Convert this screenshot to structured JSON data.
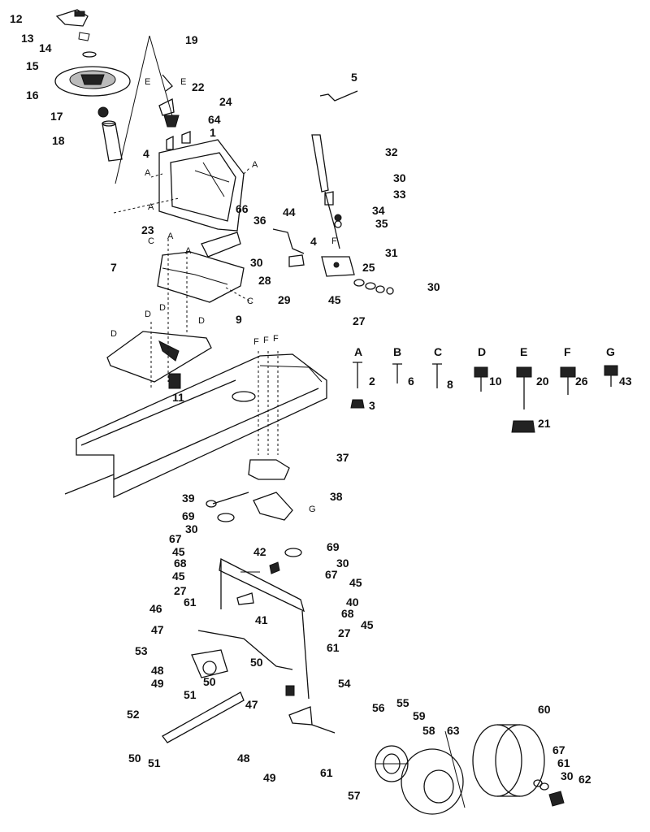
{
  "part_numbers": {
    "p12": "12",
    "p13": "13",
    "p14": "14",
    "p15": "15",
    "p16": "16",
    "p17": "17",
    "p18": "18",
    "p19": "19",
    "p22": "22",
    "p24": "24",
    "p64": "64",
    "p1": "1",
    "p4a": "4",
    "p5": "5",
    "p32": "32",
    "p30a": "30",
    "p33": "33",
    "p44": "44",
    "p34": "34",
    "p35": "35",
    "p36": "36",
    "p4b": "4",
    "p31": "31",
    "p30b": "30",
    "p25": "25",
    "p28": "28",
    "p29": "29",
    "p45a": "45",
    "p30c": "30",
    "p27a": "27",
    "p66": "66",
    "p23": "23",
    "p7": "7",
    "p9": "9",
    "p11": "11",
    "p2": "2",
    "p3": "3",
    "p6": "6",
    "p8": "8",
    "p10": "10",
    "p20": "20",
    "p21": "21",
    "p26": "26",
    "p43": "43",
    "p37": "37",
    "p39": "39",
    "p38": "38",
    "p69a": "69",
    "p30d": "30",
    "p67a": "67",
    "p45b": "45",
    "p68a": "68",
    "p45c": "45",
    "p27b": "27",
    "p61a": "61",
    "p42": "42",
    "p69b": "69",
    "p30e": "30",
    "p67b": "67",
    "p45d": "45",
    "p40": "40",
    "p68b": "68",
    "p45e": "45",
    "p41": "41",
    "p27c": "27",
    "p61b": "61",
    "p46": "46",
    "p47a": "47",
    "p53": "53",
    "p48a": "48",
    "p49a": "49",
    "p50a": "50",
    "p50b": "50",
    "p51a": "51",
    "p47b": "47",
    "p54": "54",
    "p52": "52",
    "p50c": "50",
    "p51b": "51",
    "p48b": "48",
    "p49b": "49",
    "p55": "55",
    "p56": "56",
    "p59": "59",
    "p58": "58",
    "p61c": "61",
    "p57": "57",
    "p63": "63",
    "p60": "60",
    "p67c": "67",
    "p61d": "61",
    "p30f": "30",
    "p62": "62"
  },
  "callout_letters": {
    "A": "A",
    "B": "B",
    "C": "C",
    "D": "D",
    "E": "E",
    "F": "F",
    "G": "G"
  }
}
